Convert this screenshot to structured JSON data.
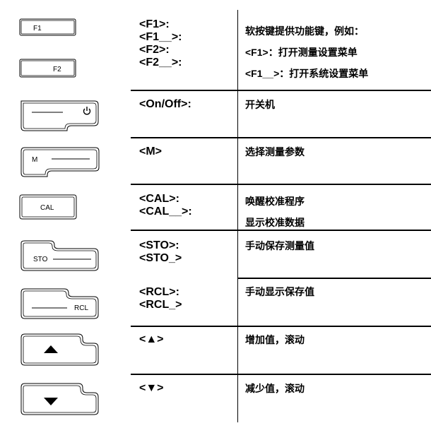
{
  "rows": [
    {
      "keys": [
        "<F1>:",
        "<F1__>:",
        "<F2>:",
        "<F2__>:"
      ],
      "desc": [
        "软按键提供功能键，例如：",
        "<F1>：打开测量设置菜单",
        "<F1__>：打开系统设置菜单"
      ]
    },
    {
      "keys": [
        "<On/Off>:"
      ],
      "desc": [
        "开关机"
      ]
    },
    {
      "keys": [
        "<M>"
      ],
      "desc": [
        "选择测量参数"
      ]
    },
    {
      "keys": [
        "<CAL>:",
        "<CAL__>:"
      ],
      "desc": [
        "唤醒校准程序",
        "显示校准数据"
      ]
    },
    {
      "keys": [
        "<STO>:",
        "<STO_>"
      ],
      "desc": [
        "手动保存测量值"
      ]
    },
    {
      "keys": [
        "<RCL>:",
        "<RCL_>"
      ],
      "desc": [
        "手动显示保存值"
      ]
    },
    {
      "keys": [
        "<▲>"
      ],
      "desc": [
        "增加值，滚动"
      ]
    },
    {
      "keys": [
        "<▼>"
      ],
      "desc": [
        "减少值，滚动"
      ]
    }
  ],
  "buttons": {
    "f1": "F1",
    "f2": "F2",
    "power_icon": "power-icon",
    "m": "M",
    "cal": "CAL",
    "sto": "STO",
    "rcl": "RCL",
    "up_icon": "triangle-up-icon",
    "down_icon": "triangle-down-icon"
  }
}
